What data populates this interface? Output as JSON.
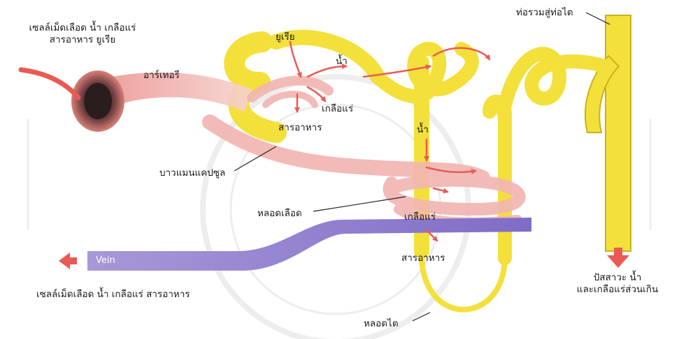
{
  "labels": {
    "blood_in_line1": "เซลล์เม็ดเลือด น้ำ เกลือแร่",
    "blood_in_line2": "สารอาหาร ยูเรีย",
    "artery": "อาร์เทอรี",
    "urea": "ยูเรีย",
    "water_top": "น้ำ",
    "salt_top": "เกลือแร่",
    "nutrient_top": "สารอาหาร",
    "water_tube": "น้ำ",
    "collecting_duct": "ท่อรวมสู่ท่อไต",
    "bowman": "บาวแมนแคปซูล",
    "capillary": "หลอดเลือด",
    "salt_bottom": "เกลือแร่",
    "nutrient_bottom": "สารอาหาร",
    "vein": "Vein",
    "blood_out": "เซลล์เม็ดเลือด น้ำ เกลือแร่ สารอาหาร",
    "urine_line1": "ปัสสาวะ น้ำ",
    "urine_line2": "และเกลือแร่ส่วนเกิน",
    "tubule": "หลอดไต"
  },
  "colors": {
    "tubule_yellow": "#f3e03a",
    "tubule_outline": "#c9b21a",
    "artery_pink": "#f2b6b3",
    "vein_purple": "#b7a9e0",
    "arrow_red": "#ea5a55"
  }
}
